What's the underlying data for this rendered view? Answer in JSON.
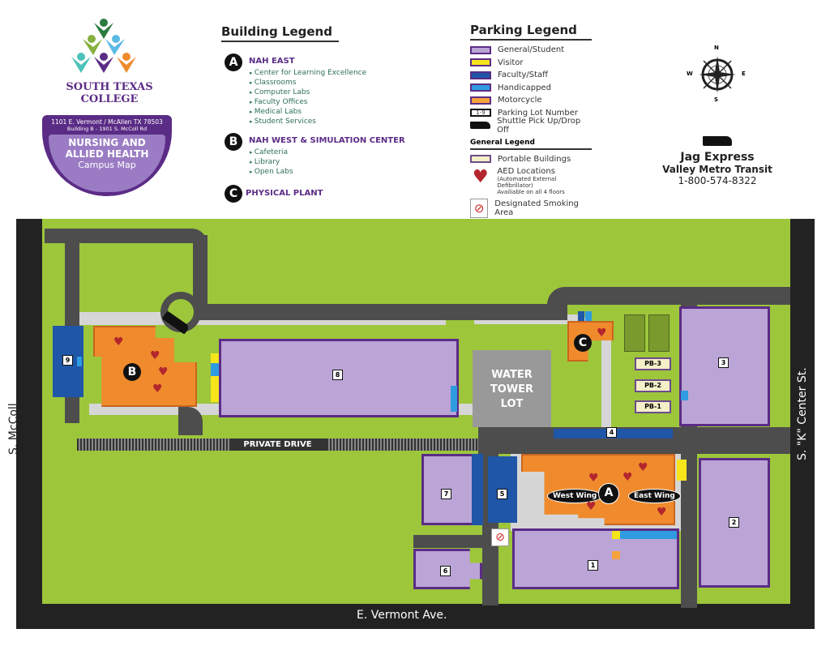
{
  "logo": {
    "college": "SOUTH TEXAS",
    "college2": "COLLEGE",
    "address1": "1101 E. Vermont / McAllen TX 78503",
    "address2": "Building B - 1901 S. McColl Rd",
    "title1": "NURSING AND",
    "title2": "ALLIED HEALTH",
    "title3": "Campus Map"
  },
  "building_legend": {
    "title": "Building Legend",
    "buildings": [
      {
        "letter": "A",
        "name": "NAH EAST",
        "items": [
          "Center for Learning Excellence",
          "Classrooms",
          "Computer Labs",
          "Faculty Offices",
          "Medical Labs",
          "Student Services"
        ]
      },
      {
        "letter": "B",
        "name": "NAH WEST & SIMULATION CENTER",
        "items": [
          "Cafeteria",
          "Library",
          "Open Labs"
        ]
      },
      {
        "letter": "C",
        "name": "PHYSICAL PLANT",
        "items": []
      }
    ]
  },
  "parking_legend": {
    "title": "Parking Legend",
    "items": [
      {
        "label": "General/Student",
        "color": "#bba4d6"
      },
      {
        "label": "Visitor",
        "color": "#f7e51b"
      },
      {
        "label": "Faculty/Staff",
        "color": "#1f56a8"
      },
      {
        "label": "Handicapped",
        "color": "#2f9be0"
      },
      {
        "label": "Motorcycle",
        "color": "#f7a23c"
      },
      {
        "label": "Parking Lot Number",
        "icon": "1-9"
      },
      {
        "label": "Shuttle Pick Up/Drop Off"
      }
    ]
  },
  "general_legend": {
    "title": "General Legend",
    "portable": "Portable Buildings",
    "aed": "AED Locations",
    "aed_sub1": "(Automated External Defibrillator)",
    "aed_sub2": "Availiable on all 4 floors",
    "smoking": "Designated Smoking Area"
  },
  "compass": {
    "n": "N",
    "s": "S",
    "e": "E",
    "w": "W"
  },
  "transit": {
    "name": "Jag Express",
    "line2": "Valley Metro Transit",
    "phone": "1-800-574-8322"
  },
  "map": {
    "streets": {
      "west": "S. McColl Rd.",
      "south": "E. Vermont Ave.",
      "east": "S. \"K\" Center St."
    },
    "private_drive": "PRIVATE DRIVE",
    "water_tower": [
      "WATER",
      "TOWER",
      "LOT"
    ],
    "lots": [
      "1",
      "2",
      "3",
      "4",
      "5",
      "6",
      "7",
      "8",
      "9"
    ],
    "portables": [
      "PB-3",
      "PB-2",
      "PB-1"
    ],
    "buildings": {
      "a": "A",
      "b": "B",
      "c": "C",
      "west_wing": "West Wing",
      "east_wing": "East Wing"
    }
  }
}
